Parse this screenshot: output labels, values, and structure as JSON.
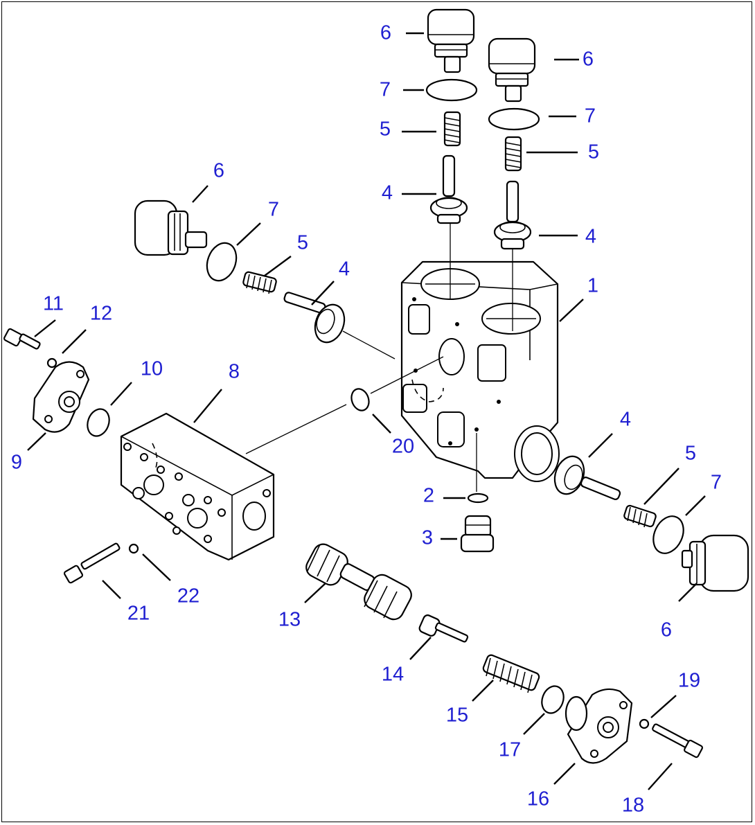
{
  "colors": {
    "callout_text": "#1f1fd1",
    "line_art": "#000000",
    "background": "#ffffff"
  },
  "callouts": [
    {
      "part": "1",
      "label": "1"
    },
    {
      "part": "2",
      "label": "2"
    },
    {
      "part": "3",
      "label": "3"
    },
    {
      "part": "4",
      "label": "4"
    },
    {
      "part": "4",
      "label": "4"
    },
    {
      "part": "4",
      "label": "4"
    },
    {
      "part": "4",
      "label": "4"
    },
    {
      "part": "5",
      "label": "5"
    },
    {
      "part": "5",
      "label": "5"
    },
    {
      "part": "5",
      "label": "5"
    },
    {
      "part": "5",
      "label": "5"
    },
    {
      "part": "6",
      "label": "6"
    },
    {
      "part": "6",
      "label": "6"
    },
    {
      "part": "6",
      "label": "6"
    },
    {
      "part": "6",
      "label": "6"
    },
    {
      "part": "7",
      "label": "7"
    },
    {
      "part": "7",
      "label": "7"
    },
    {
      "part": "7",
      "label": "7"
    },
    {
      "part": "7",
      "label": "7"
    },
    {
      "part": "8",
      "label": "8"
    },
    {
      "part": "9",
      "label": "9"
    },
    {
      "part": "10",
      "label": "10"
    },
    {
      "part": "11",
      "label": "11"
    },
    {
      "part": "12",
      "label": "12"
    },
    {
      "part": "13",
      "label": "13"
    },
    {
      "part": "14",
      "label": "14"
    },
    {
      "part": "15",
      "label": "15"
    },
    {
      "part": "16",
      "label": "16"
    },
    {
      "part": "17",
      "label": "17"
    },
    {
      "part": "18",
      "label": "18"
    },
    {
      "part": "19",
      "label": "19"
    },
    {
      "part": "20",
      "label": "20"
    },
    {
      "part": "21",
      "label": "21"
    },
    {
      "part": "22",
      "label": "22"
    }
  ]
}
